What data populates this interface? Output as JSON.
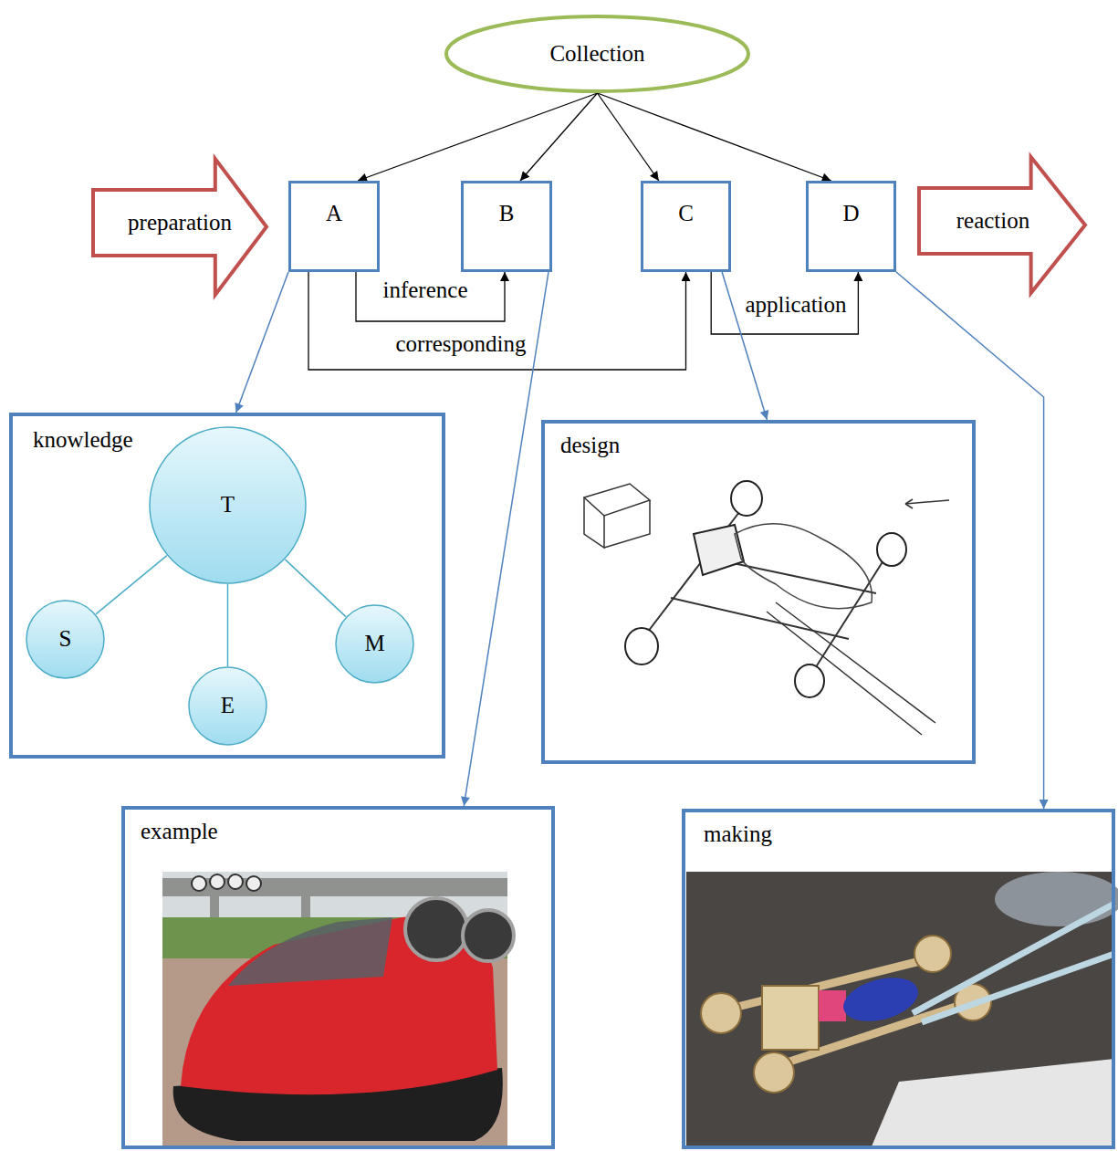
{
  "diagram": {
    "nodes": [
      {
        "text": [
          "Collection"
        ]
      },
      {
        "text": [
          "preparation"
        ]
      },
      {
        "text": [
          "A"
        ]
      },
      {
        "text": [
          "B"
        ]
      },
      {
        "text": [
          "C"
        ]
      },
      {
        "text": [
          "D"
        ]
      },
      {
        "text": [
          "reaction"
        ]
      },
      {
        "text": [
          "knowledge"
        ]
      },
      {
        "text": [
          "T"
        ],
        "in": 7
      },
      {
        "text": [
          "S"
        ],
        "in": 7
      },
      {
        "text": [
          "E"
        ],
        "in": 7
      },
      {
        "text": [
          "M"
        ],
        "in": 7
      },
      {
        "text": [
          "design"
        ]
      },
      {
        "text": [
          "example"
        ]
      },
      {
        "text": [
          "making"
        ]
      }
    ],
    "edges": [
      {
        "from": 0,
        "to": 2,
        "arrow": "to"
      },
      {
        "from": 0,
        "to": 3,
        "arrow": "to"
      },
      {
        "from": 0,
        "to": 4,
        "arrow": "to"
      },
      {
        "from": 0,
        "to": 5,
        "arrow": "to"
      },
      {
        "from": 2,
        "to": 3,
        "label": "inference",
        "arrow": "to"
      },
      {
        "from": 2,
        "to": 4,
        "label": "corresponding",
        "arrow": "to"
      },
      {
        "from": 4,
        "to": 5,
        "label": "application",
        "arrow": "to"
      },
      {
        "from": 2,
        "to": 7,
        "arrow": "to"
      },
      {
        "from": 3,
        "to": 13,
        "arrow": "to"
      },
      {
        "from": 4,
        "to": 12,
        "arrow": "to"
      },
      {
        "from": 5,
        "to": 14,
        "arrow": "to"
      },
      {
        "from": 8,
        "to": 9,
        "arrow": "none"
      },
      {
        "from": 8,
        "to": 10,
        "arrow": "none"
      },
      {
        "from": 8,
        "to": 11,
        "arrow": "none"
      }
    ]
  }
}
